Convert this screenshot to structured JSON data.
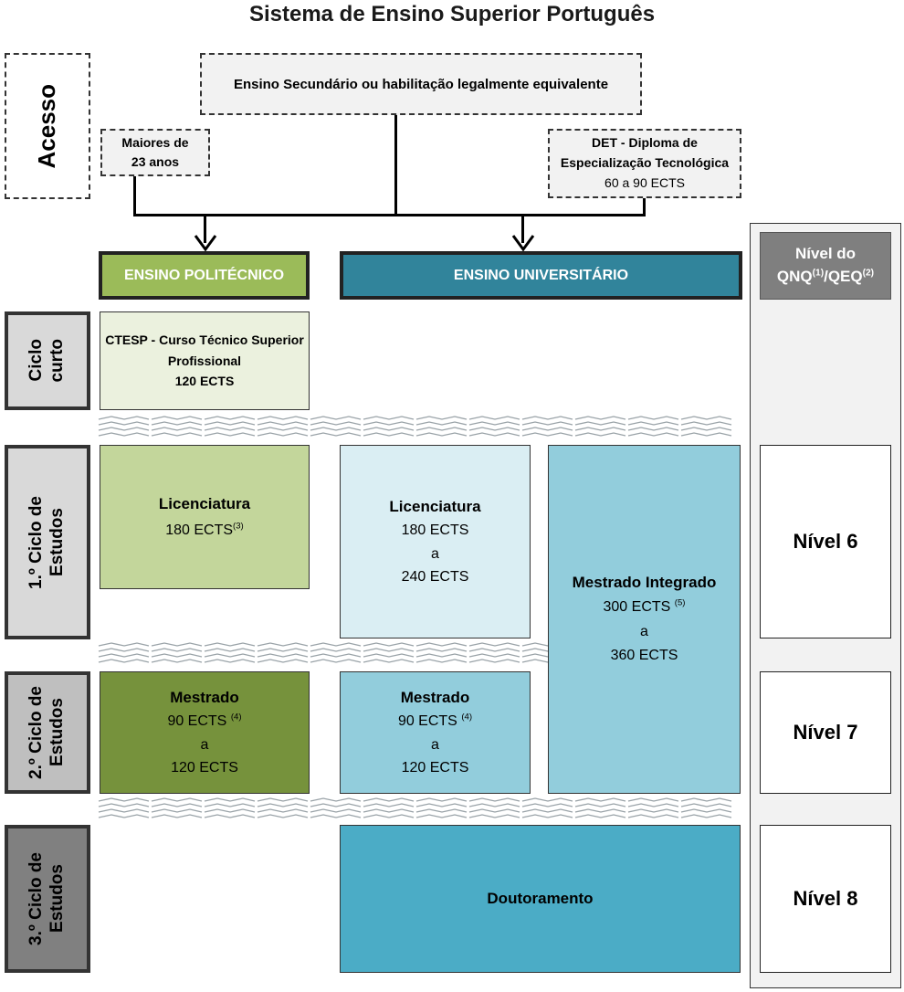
{
  "title": "Sistema de Ensino Superior Português",
  "access": {
    "label": "Acesso",
    "secondary": "Ensino Secundário ou habilitação legalmente equivalente",
    "maiores": [
      "Maiores de",
      "23 anos"
    ],
    "det": [
      "DET - Diploma de",
      "Especialização Tecnológica",
      "60 a 90 ECTS"
    ]
  },
  "headers": {
    "politecnico": "ENSINO POLITÉCNICO",
    "universitario": "ENSINO UNIVERSITÁRIO",
    "nivel_do": "Nível do",
    "qnq": "QNQ",
    "qnq_sup": "(1)",
    "qeq_sep": "/QEQ",
    "qeq_sup": "(2)"
  },
  "cycles": {
    "ciclo_curto": [
      "Ciclo",
      "curto"
    ],
    "primeiro": [
      "1.º Ciclo de",
      "Estudos"
    ],
    "segundo": [
      "2.º Ciclo de",
      "Estudos"
    ],
    "terceiro": [
      "3.º Ciclo de",
      "Estudos"
    ]
  },
  "boxes": {
    "ctesp": [
      "CTESP - Curso Técnico Superior",
      "Profissional",
      "120 ECTS"
    ],
    "lic_poli": {
      "title": "Licenciatura",
      "ects": "180 ECTS",
      "note": "(3)"
    },
    "lic_uni": {
      "title": "Licenciatura",
      "l1": "180 ECTS",
      "l2": "a",
      "l3": "240 ECTS"
    },
    "mi": {
      "title": "Mestrado Integrado",
      "l1": "300 ECTS",
      "note": "(5)",
      "l2": "a",
      "l3": "360 ECTS"
    },
    "mest_poli": {
      "title": "Mestrado",
      "l1": "90 ECTS",
      "note": "(4)",
      "l2": "a",
      "l3": "120 ECTS"
    },
    "mest_uni": {
      "title": "Mestrado",
      "l1": "90 ECTS",
      "note": "(4)",
      "l2": "a",
      "l3": "120 ECTS"
    },
    "doutoramento": "Doutoramento"
  },
  "levels": [
    "Nível 6",
    "Nível 7",
    "Nível 8"
  ],
  "colors": {
    "poli_header": "#9bbb59",
    "uni_header": "#31849b",
    "ctesp": "#ebf1de",
    "lic_poli": "#c3d69b",
    "lic_uni": "#daeef3",
    "mi": "#92cddc",
    "mest_poli": "#76923c",
    "mest_uni": "#92cddc",
    "doutoramento": "#4bacc6"
  }
}
